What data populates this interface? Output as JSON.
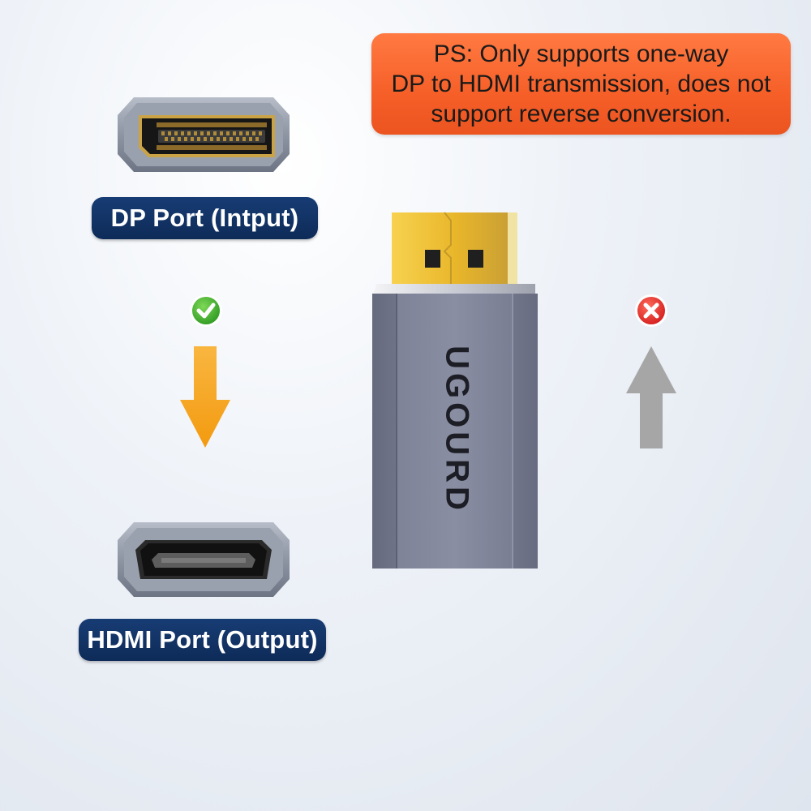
{
  "notice": {
    "lines": [
      "PS: Only supports one-way",
      "DP to HDMI transmission, does not",
      "support reverse conversion."
    ]
  },
  "labels": {
    "dp_port": "DP Port (Intput)",
    "hdmi_port": "HDMI Port (Output)"
  },
  "adapter": {
    "brand": "UGOURD"
  },
  "indicators": {
    "forward": "check-icon",
    "reverse": "cross-icon"
  },
  "colors": {
    "notice_bg": "#f65f28",
    "pill_bg": "#0e2b58",
    "arrow_forward": "#f7a11c",
    "arrow_reverse": "#a6a6a6",
    "check": "#3aa82c",
    "cross": "#e02828",
    "adapter_body": "#7d8196",
    "plug_gold": "#e9b62a"
  }
}
